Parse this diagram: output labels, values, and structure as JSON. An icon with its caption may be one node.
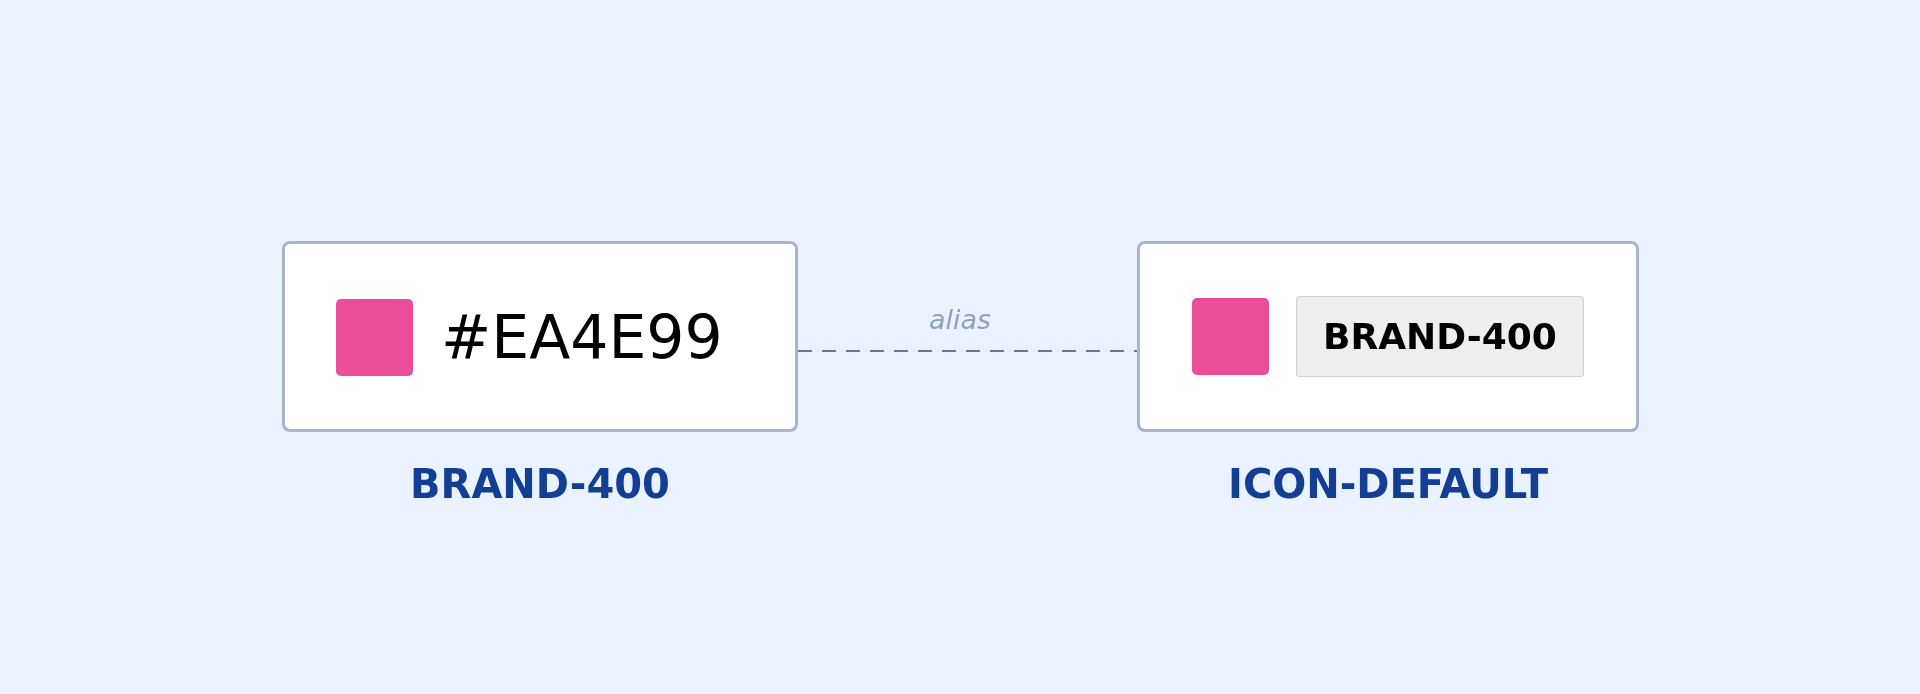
{
  "diagram": {
    "nodes": [
      {
        "text": [
          "#EA4E99"
        ],
        "beside": [
          "BRAND-400"
        ]
      },
      {
        "text": [],
        "shape": "box",
        "beside": [
          "ICON-DEFAULT"
        ]
      },
      {
        "text": [
          "BRAND-400"
        ],
        "in": 1
      }
    ],
    "edges": [
      {
        "from": 0,
        "to": 1,
        "arrow": "none",
        "label": "alias",
        "style": "dashed"
      }
    ]
  }
}
